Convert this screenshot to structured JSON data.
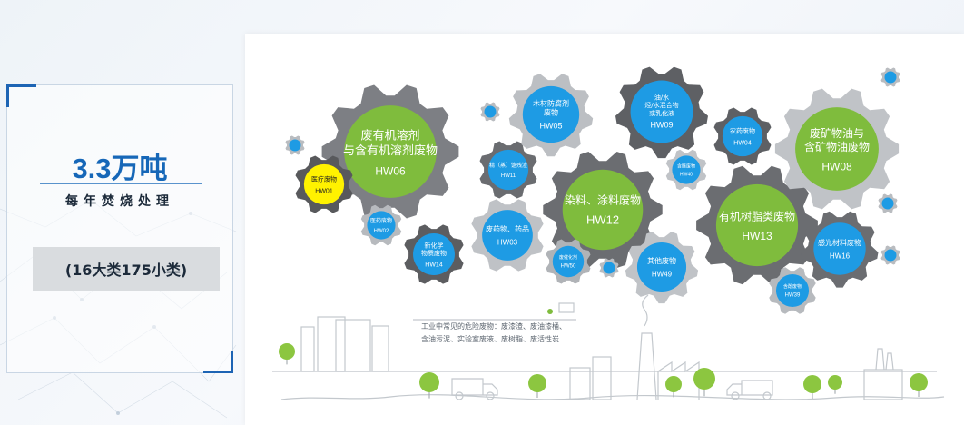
{
  "stat": {
    "amount": "3.3万吨",
    "caption": "每年焚烧处理",
    "categories": "(16大类175小类)"
  },
  "note": {
    "line1": "工业中常见的危险废物：废漆渣、废油漆桶、",
    "line2": "含油污泥、实验室废液、废树脂、废活性炭"
  },
  "gears": [
    {
      "id": "hw06",
      "lines": [
        "废有机溶剂",
        "与含有机溶剂废物"
      ],
      "code": "HW06",
      "color": "#7fbc3d"
    },
    {
      "id": "hw01",
      "lines": [
        "医疗废物"
      ],
      "code": "HW01",
      "color": "#fff200"
    },
    {
      "id": "hw02",
      "lines": [
        "医药废物"
      ],
      "code": "HW02",
      "color": "#1e9be4"
    },
    {
      "id": "hw14",
      "lines": [
        "新化学",
        "物质废物"
      ],
      "code": "HW14",
      "color": "#1e9be4"
    },
    {
      "id": "hw11",
      "lines": [
        "精（蒸）馏残渣"
      ],
      "code": "HW11",
      "color": "#1e9be4"
    },
    {
      "id": "hw03",
      "lines": [
        "废药物、药品"
      ],
      "code": "HW03",
      "color": "#1e9be4"
    },
    {
      "id": "hw05",
      "lines": [
        "木材防腐剂",
        "废物"
      ],
      "code": "HW05",
      "color": "#1e9be4"
    },
    {
      "id": "hw12",
      "lines": [
        "染料、涂料废物"
      ],
      "code": "HW12",
      "color": "#7fbc3d"
    },
    {
      "id": "hw50",
      "lines": [
        "废催化剂"
      ],
      "code": "HW50",
      "color": "#1e9be4"
    },
    {
      "id": "hw09",
      "lines": [
        "油/水",
        "烃/水混合物",
        "或乳化液"
      ],
      "code": "HW09",
      "color": "#1e9be4"
    },
    {
      "id": "hw40",
      "lines": [
        "含醚废物"
      ],
      "code": "HW40",
      "color": "#1e9be4"
    },
    {
      "id": "hw49",
      "lines": [
        "其他废物"
      ],
      "code": "HW49",
      "color": "#1e9be4"
    },
    {
      "id": "hw04",
      "lines": [
        "农药废物"
      ],
      "code": "HW04",
      "color": "#1e9be4"
    },
    {
      "id": "hw13",
      "lines": [
        "有机树脂类废物"
      ],
      "code": "HW13",
      "color": "#7fbc3d"
    },
    {
      "id": "hw08",
      "lines": [
        "废矿物油与",
        "含矿物油废物"
      ],
      "code": "HW08",
      "color": "#7fbc3d"
    },
    {
      "id": "hw16",
      "lines": [
        "感光材料废物"
      ],
      "code": "HW16",
      "color": "#1e9be4"
    },
    {
      "id": "hw39",
      "lines": [
        "含酚废物"
      ],
      "code": "HW39",
      "color": "#1e9be4"
    }
  ]
}
